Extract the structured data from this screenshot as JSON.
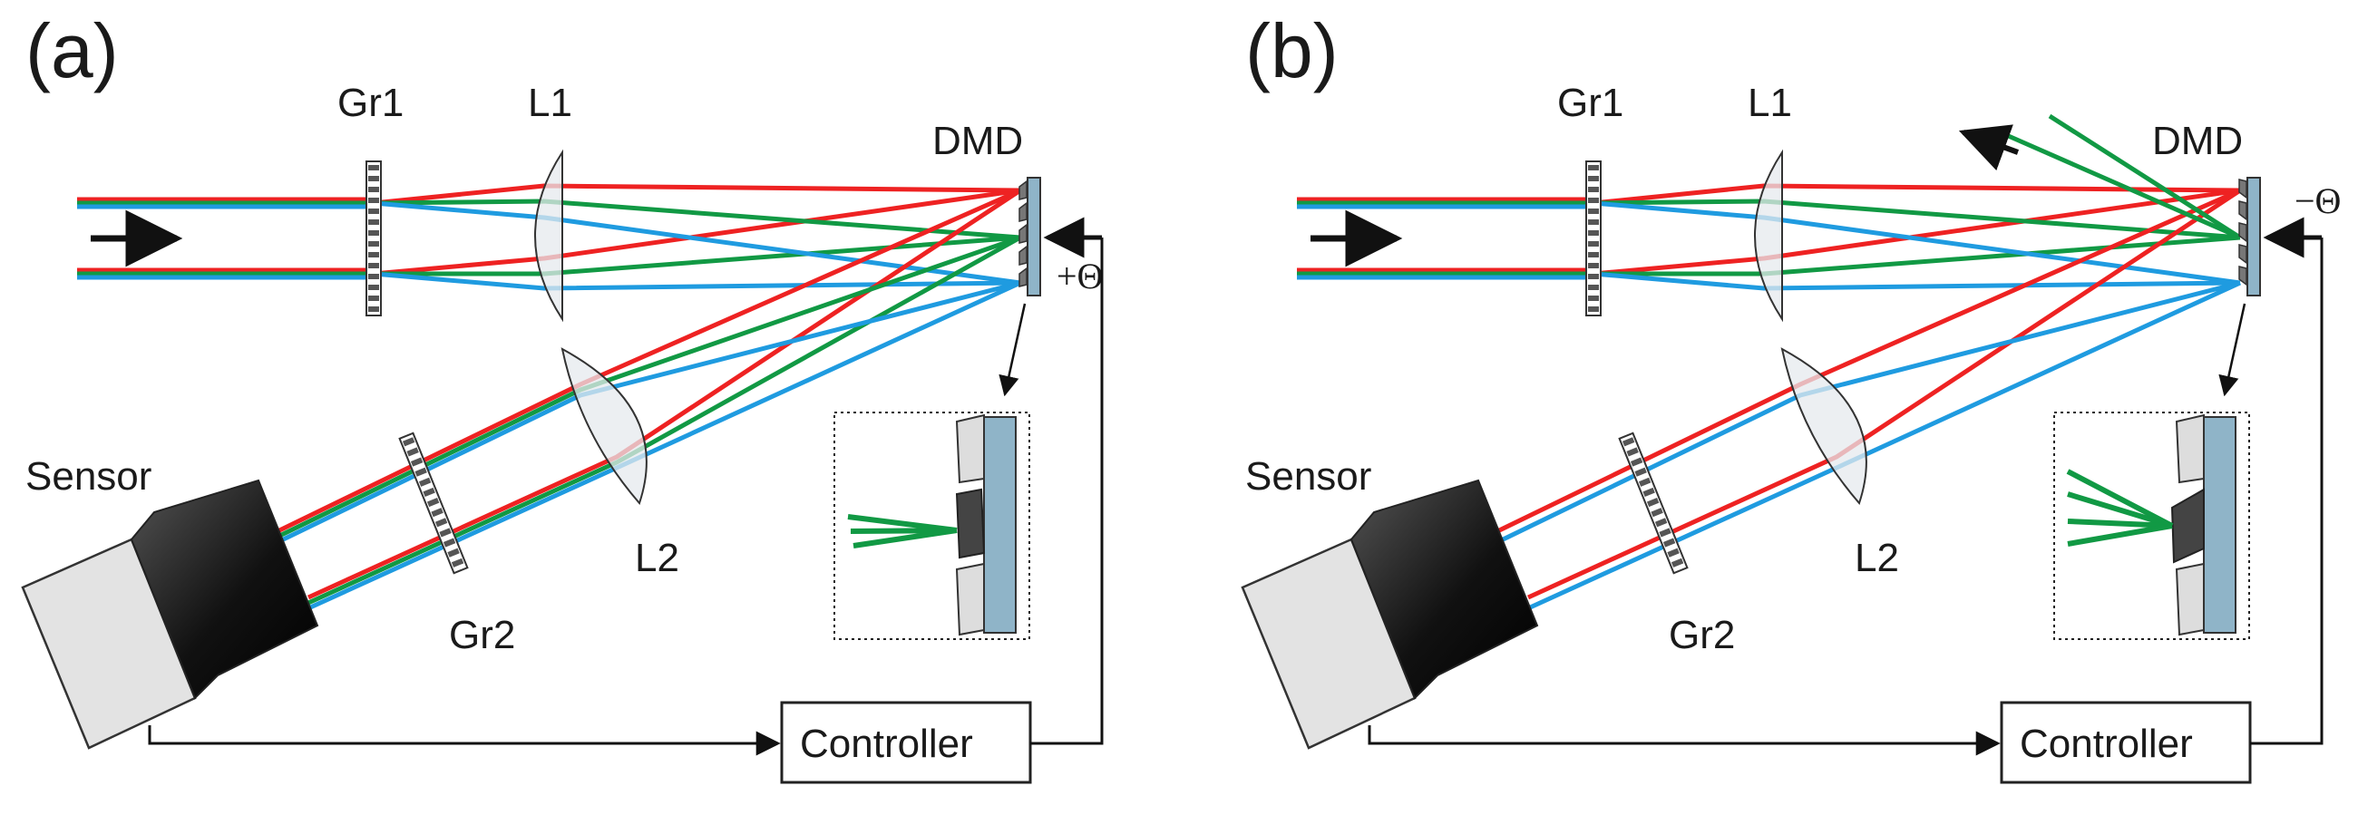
{
  "panels": [
    {
      "letter": "(a)",
      "labels": {
        "gr1": "Gr1",
        "l1": "L1",
        "dmd": "DMD",
        "sensor": "Sensor",
        "gr2": "Gr2",
        "l2": "L2",
        "controller": "Controller",
        "angle": "+Θ"
      },
      "mirror_state": "plus",
      "green_to_sensor": true
    },
    {
      "letter": "(b)",
      "labels": {
        "gr1": "Gr1",
        "l1": "L1",
        "dmd": "DMD",
        "sensor": "Sensor",
        "gr2": "Gr2",
        "l2": "L2",
        "controller": "Controller",
        "angle": "−Θ"
      },
      "mirror_state": "minus",
      "green_to_sensor": false
    }
  ],
  "colors": {
    "red": "#ee2222",
    "green": "#119944",
    "blue": "#1f9be0",
    "dmd": "#8fb4c8",
    "camera_body": "#e3e3e3",
    "lens_fill": "#e6eaee",
    "grating": "#555555"
  },
  "icons": [
    "input-arrow-icon",
    "grating-icon",
    "lens-icon",
    "dmd-icon",
    "camera-icon",
    "micromirror-inset-icon"
  ]
}
